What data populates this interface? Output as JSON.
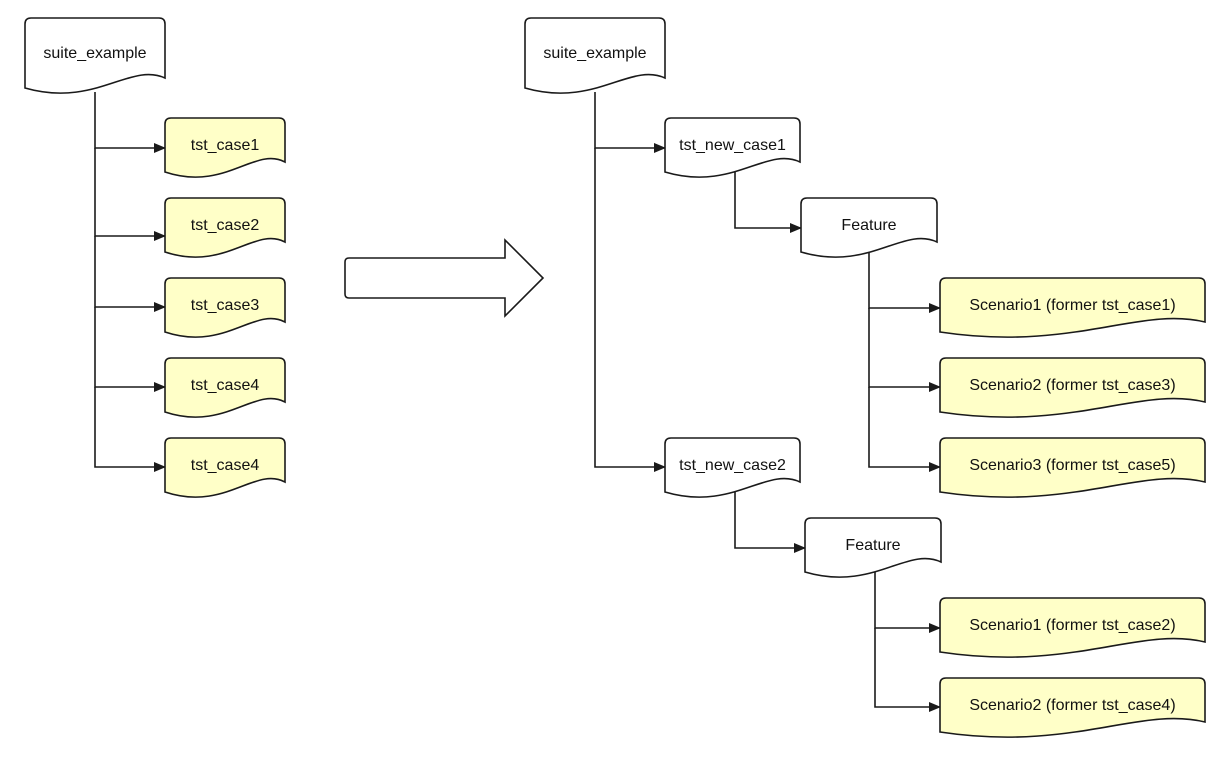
{
  "colors": {
    "stroke": "#1a1a1a",
    "doc_fill_white": "#ffffff",
    "doc_fill_yellow": "#ffffc8",
    "text": "#111111"
  },
  "before": {
    "suite": {
      "label": "suite_example"
    },
    "cases": [
      {
        "label": "tst_case1"
      },
      {
        "label": "tst_case2"
      },
      {
        "label": "tst_case3"
      },
      {
        "label": "tst_case4"
      },
      {
        "label": "tst_case4"
      }
    ]
  },
  "after": {
    "suite": {
      "label": "suite_example"
    },
    "test_cases": [
      {
        "label": "tst_new_case1",
        "feature": {
          "label": "Feature",
          "scenarios": [
            {
              "label": "Scenario1 (former tst_case1)"
            },
            {
              "label": "Scenario2 (former tst_case3)"
            },
            {
              "label": "Scenario3 (former tst_case5)"
            }
          ]
        }
      },
      {
        "label": "tst_new_case2",
        "feature": {
          "label": "Feature",
          "scenarios": [
            {
              "label": "Scenario1 (former tst_case2)"
            },
            {
              "label": "Scenario2 (former tst_case4)"
            }
          ]
        }
      }
    ]
  }
}
